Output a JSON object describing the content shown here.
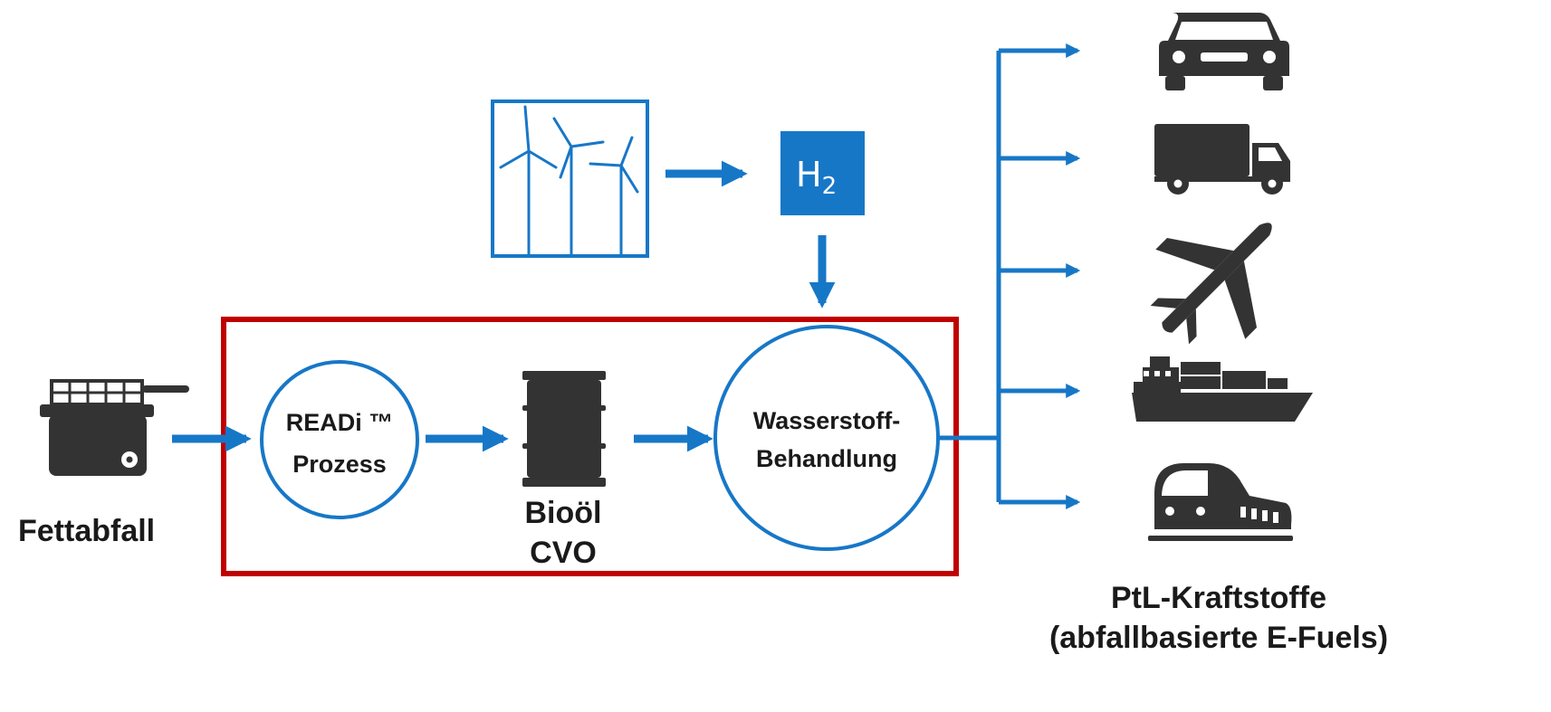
{
  "colors": {
    "flow": "#1777c7",
    "icon": "#333333",
    "highlight_frame": "#c00000",
    "text": "#1a1a1a"
  },
  "source": {
    "label": "Fettabfall",
    "icon": "deep-fryer-icon"
  },
  "renewables": {
    "icon": "wind-turbines-icon",
    "hydrogen_label": "H",
    "hydrogen_subscript": "2"
  },
  "process": {
    "readi_line1": "READi ™",
    "readi_line2": "Prozess",
    "intermediate_line1": "Bioöl",
    "intermediate_line2": "CVO",
    "intermediate_icon": "oil-barrel-icon",
    "hydro_line1": "Wasserstoff-",
    "hydro_line2": "Behandlung"
  },
  "outputs": {
    "icons": [
      "car-icon",
      "truck-icon",
      "airplane-icon",
      "ship-icon",
      "train-icon"
    ],
    "label_line1": "PtL-Kraftstoffe",
    "label_line2": "(abfallbasierte E-Fuels)"
  }
}
